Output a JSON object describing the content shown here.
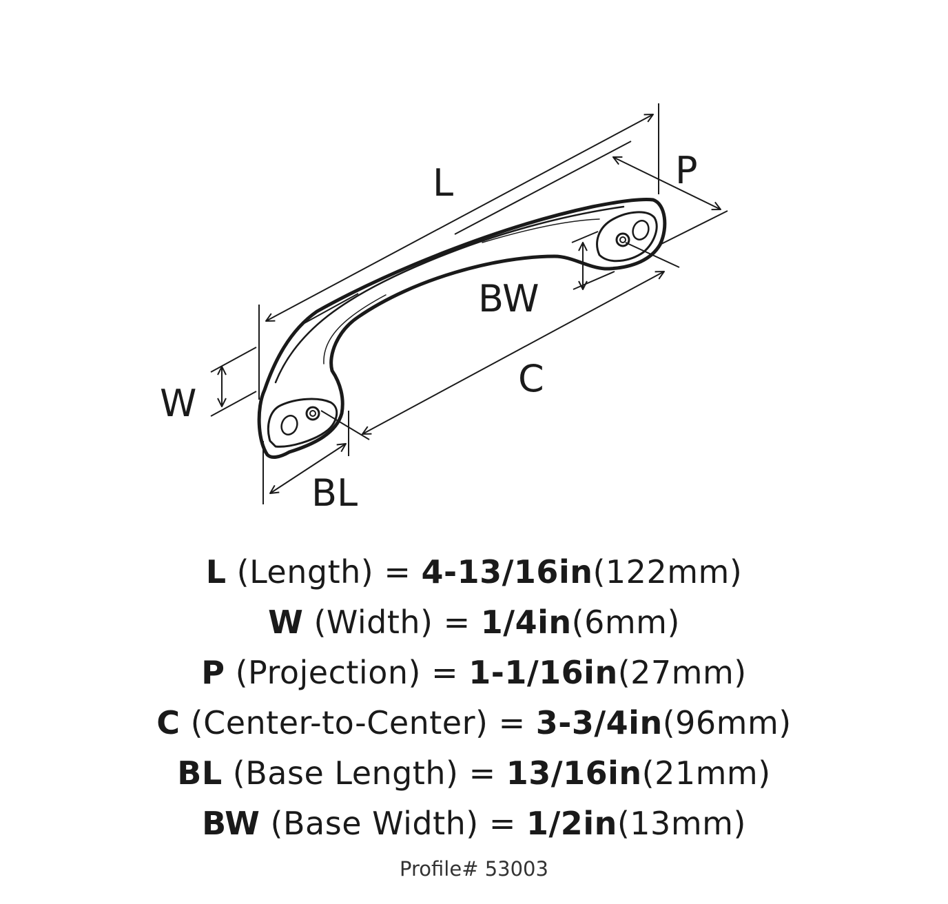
{
  "diagram": {
    "labels": {
      "L": "L",
      "P": "P",
      "BW": "BW",
      "C": "C",
      "W": "W",
      "BL": "BL"
    }
  },
  "specs": [
    {
      "code": "L",
      "name": "(Length)",
      "eq": "=",
      "inch": "4-13/16in",
      "mm": "(122mm)"
    },
    {
      "code": "W",
      "name": "(Width)",
      "eq": "=",
      "inch": "1/4in",
      "mm": "(6mm)"
    },
    {
      "code": "P",
      "name": "(Projection)",
      "eq": "=",
      "inch": "1-1/16in",
      "mm": "(27mm)"
    },
    {
      "code": "C",
      "name": "(Center-to-Center)",
      "eq": "=",
      "inch": "3-3/4in",
      "mm": "(96mm)"
    },
    {
      "code": "BL",
      "name": "(Base Length)",
      "eq": "=",
      "inch": "13/16in",
      "mm": "(21mm)"
    },
    {
      "code": "BW",
      "name": "(Base Width)",
      "eq": "=",
      "inch": "1/2in",
      "mm": "(13mm)"
    }
  ],
  "profile": "Profile# 53003",
  "colors": {
    "ink": "#1a1a1a",
    "background": "#ffffff"
  }
}
